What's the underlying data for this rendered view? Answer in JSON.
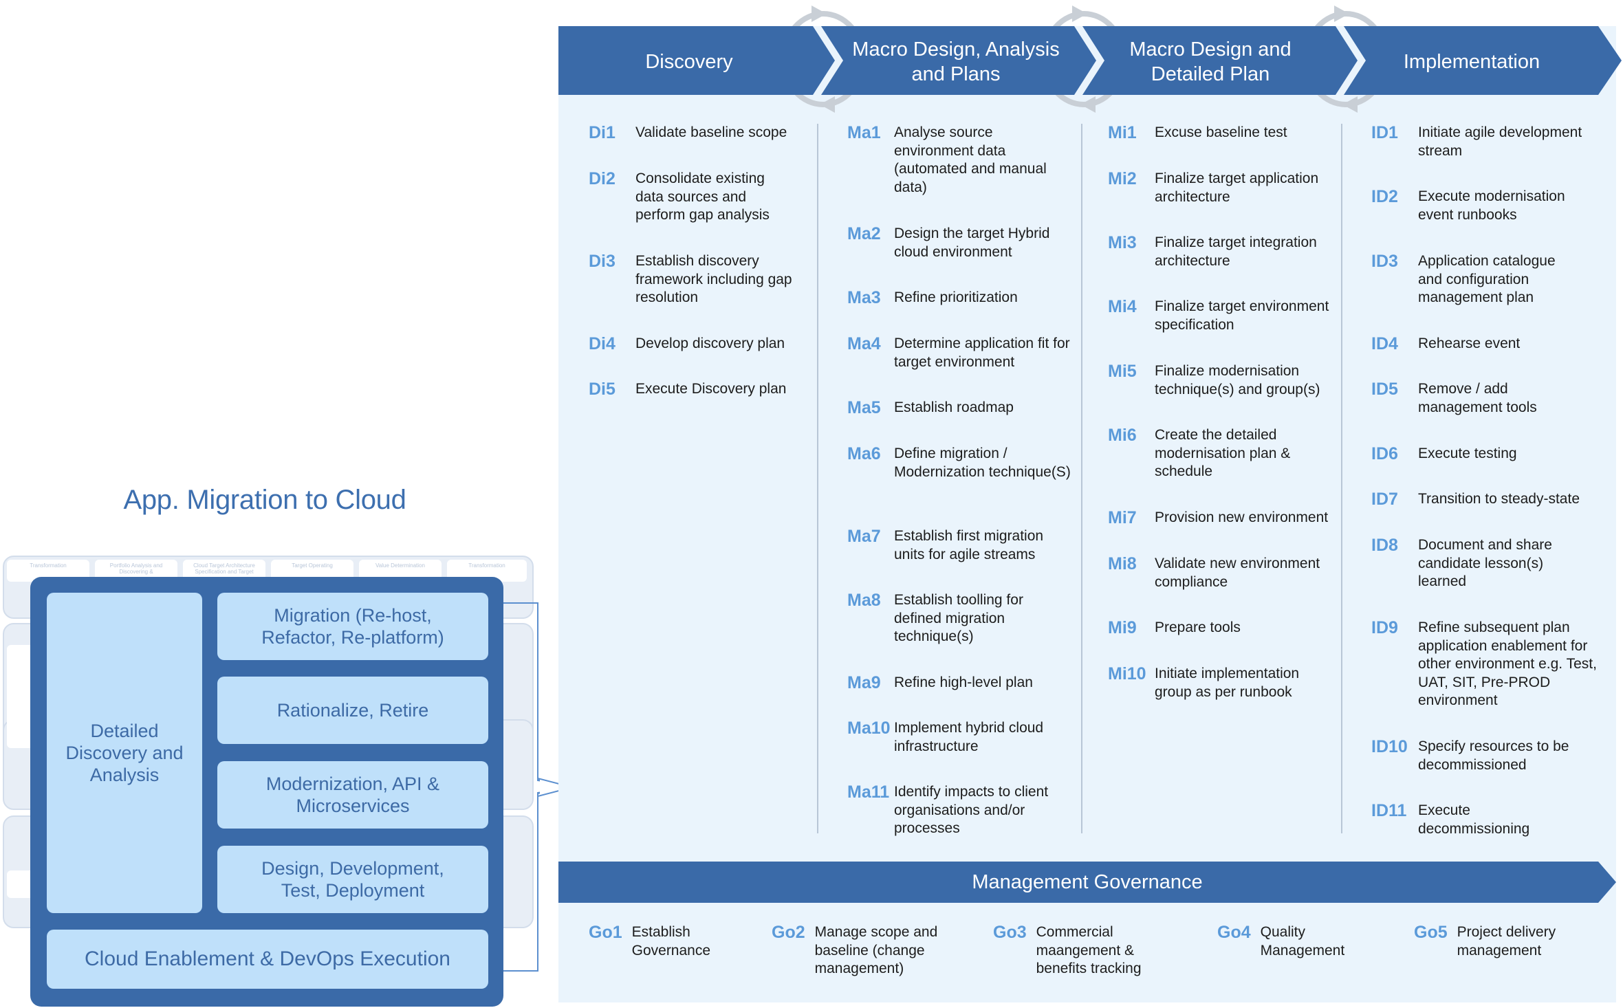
{
  "left": {
    "title": "App. Migration to Cloud",
    "ghost_labels": [
      "Transformation",
      "Portfolio Analysis and Discovering &",
      "Cloud Target Architecture Specification and Target",
      "Target Operating",
      "Value Determination",
      "Transformation"
    ],
    "detailed_box": "Detailed Discovery and Analysis",
    "boxes": [
      "Migration (Re-host, Refactor, Re-platform)",
      "Rationalize, Retire",
      "Modernization, API & Microservices",
      "Design, Development, Test, Deployment"
    ],
    "bottom_box": "Cloud Enablement & DevOps Execution"
  },
  "colors": {
    "chevron": "#3a6aa8",
    "accent_id": "#5b9ad9",
    "panel_bg": "#eaf4fc",
    "box_fill": "#bfe0fa",
    "cycle_arrow": "#c9cfd6"
  },
  "phases": [
    {
      "title": "Discovery",
      "tasks": [
        {
          "id": "Di1",
          "text": "Validate baseline scope"
        },
        {
          "id": "Di2",
          "text": "Consolidate existing data sources and perform gap analysis"
        },
        {
          "id": "Di3",
          "text": "Establish discovery framework including gap resolution"
        },
        {
          "id": "Di4",
          "text": "Develop discovery plan"
        },
        {
          "id": "Di5",
          "text": "Execute Discovery plan"
        }
      ]
    },
    {
      "title": "Macro Design, Analysis and Plans",
      "tasks": [
        {
          "id": "Ma1",
          "text": "Analyse source environment data (automated and manual data)"
        },
        {
          "id": "Ma2",
          "text": "Design the target Hybrid cloud environment"
        },
        {
          "id": "Ma3",
          "text": "Refine prioritization"
        },
        {
          "id": "Ma4",
          "text": "Determine application fit for target environment"
        },
        {
          "id": "Ma5",
          "text": "Establish roadmap"
        },
        {
          "id": "Ma6",
          "text": "Define migration / Modernization technique(S)"
        },
        {
          "id": "Ma7",
          "text": "Establish first migration units for agile streams"
        },
        {
          "id": "Ma8",
          "text": "Establish toolling for defined migration technique(s)"
        },
        {
          "id": "Ma9",
          "text": "Refine high-level plan"
        },
        {
          "id": "Ma10",
          "text": "Implement hybrid cloud infrastructure"
        },
        {
          "id": "Ma11",
          "text": "Identify impacts to client organisations and/or processes"
        }
      ]
    },
    {
      "title": "Macro Design and Detailed Plan",
      "tasks": [
        {
          "id": "Mi1",
          "text": "Excuse baseline test"
        },
        {
          "id": "Mi2",
          "text": "Finalize target application architecture"
        },
        {
          "id": "Mi3",
          "text": "Finalize target integration architecture"
        },
        {
          "id": "Mi4",
          "text": "Finalize target environment specification"
        },
        {
          "id": "Mi5",
          "text": "Finalize modernisation technique(s) and group(s)"
        },
        {
          "id": "Mi6",
          "text": "Create the detailed modernisation plan & schedule"
        },
        {
          "id": "Mi7",
          "text": "Provision new environment"
        },
        {
          "id": "Mi8",
          "text": "Validate new environment compliance"
        },
        {
          "id": "Mi9",
          "text": "Prepare tools"
        },
        {
          "id": "Mi10",
          "text": "Initiate implementation group as per runbook"
        }
      ]
    },
    {
      "title": "Implementation",
      "tasks": [
        {
          "id": "ID1",
          "text": "Initiate agile development stream"
        },
        {
          "id": "ID2",
          "text": "Execute modernisation event runbooks"
        },
        {
          "id": "ID3",
          "text": "Application catalogue and configuration management plan"
        },
        {
          "id": "ID4",
          "text": "Rehearse event"
        },
        {
          "id": "ID5",
          "text": "Remove / add management tools"
        },
        {
          "id": "ID6",
          "text": "Execute testing"
        },
        {
          "id": "ID7",
          "text": "Transition to steady-state"
        },
        {
          "id": "ID8",
          "text": "Document and share candidate lesson(s) learned"
        },
        {
          "id": "ID9",
          "text": "Refine subsequent plan application enablement for other environment e.g. Test, UAT, SIT, Pre-PROD environment"
        },
        {
          "id": "ID10",
          "text": "Specify resources to be decommissioned"
        },
        {
          "id": "ID11",
          "text": "Execute decommissioning"
        }
      ]
    }
  ],
  "governance": {
    "title": "Management Governance",
    "items": [
      {
        "id": "Go1",
        "text": "Establish Governance"
      },
      {
        "id": "Go2",
        "text": "Manage scope and baseline (change management)"
      },
      {
        "id": "Go3",
        "text": "Commercial maangement & benefits tracking"
      },
      {
        "id": "Go4",
        "text": "Quality Management"
      },
      {
        "id": "Go5",
        "text": "Project delivery management"
      }
    ]
  }
}
